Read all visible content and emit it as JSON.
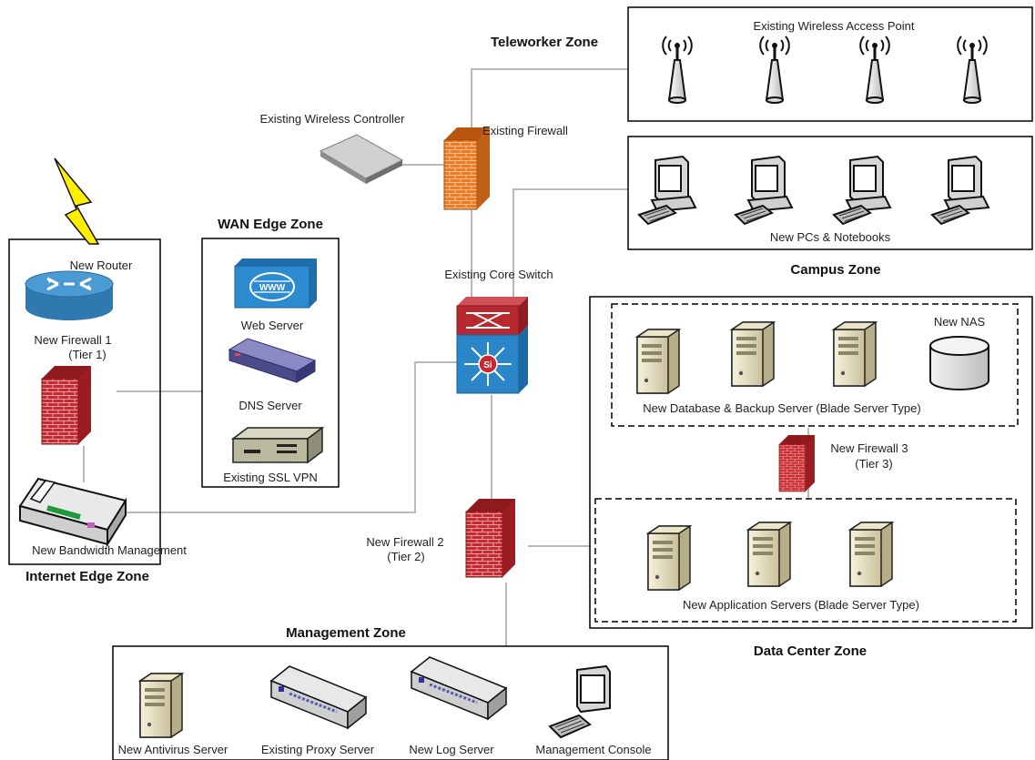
{
  "zones": {
    "teleworker": "Teleworker Zone",
    "wan_edge": "WAN Edge Zone",
    "campus": "Campus Zone",
    "internet_edge": "Internet Edge Zone",
    "management": "Management Zone",
    "data_center": "Data Center Zone"
  },
  "labels": {
    "wireless_ap": "Existing Wireless Access Point",
    "wireless_controller": "Existing Wireless Controller",
    "existing_firewall": "Existing Firewall",
    "new_pcs": "New PCs & Notebooks",
    "new_router": "New Router",
    "core_switch": "Existing Core Switch",
    "web_server": "Web Server",
    "dns_server": "DNS Server",
    "ssl_vpn": "Existing SSL VPN",
    "firewall1_line1": "New Firewall 1",
    "firewall1_line2": "(Tier 1)",
    "bandwidth_mgmt": "New Bandwidth Management",
    "new_nas": "New NAS",
    "db_backup": "New Database & Backup Server (Blade Server Type)",
    "firewall3_line1": "New Firewall 3",
    "firewall3_line2": "(Tier 3)",
    "firewall2_line1": "New Firewall 2",
    "firewall2_line2": "(Tier 2)",
    "app_servers": "New Application Servers (Blade Server Type)",
    "antivirus": "New Antivirus Server",
    "proxy": "Existing Proxy Server",
    "log_server": "New Log Server",
    "mgmt_console": "Management Console",
    "switch_si": "Si",
    "www": "WWW"
  },
  "colors": {
    "firewall_red": "#c8282e",
    "firewall_orange": "#f07a24",
    "switch_red": "#b8282f",
    "switch_blue": "#2a86c8",
    "router_blue": "#3f8fc7",
    "web_blue": "#2c8ad0",
    "dns_purple": "#5a5a9e",
    "vpn_gray": "#b9b9a0",
    "server_beige": "#e6dfc2",
    "lightning": "#ffee00"
  }
}
